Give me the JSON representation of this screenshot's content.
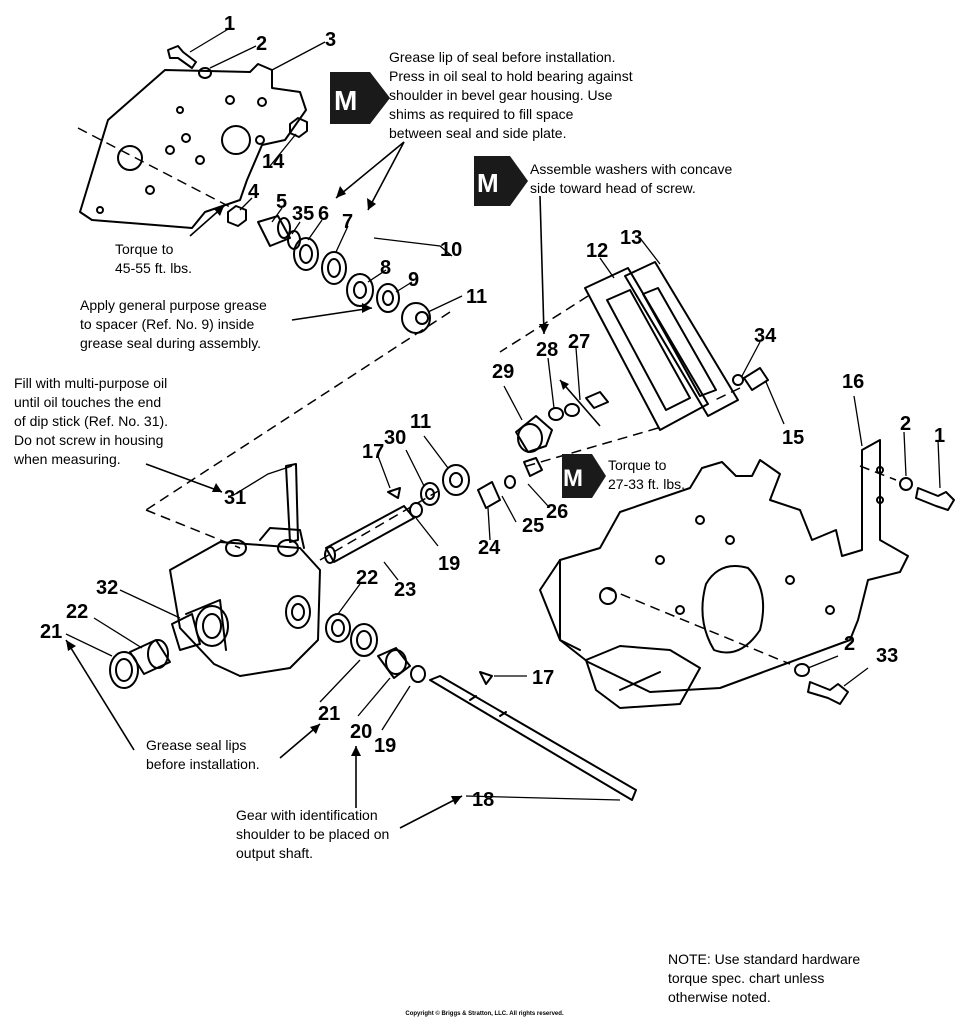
{
  "callouts": {
    "c1a": "1",
    "c2a": "2",
    "c3": "3",
    "c4": "4",
    "c5": "5",
    "c35": "35",
    "c6": "6",
    "c7": "7",
    "c14": "14",
    "c10": "10",
    "c8": "8",
    "c9": "9",
    "c11a": "11",
    "c13": "13",
    "c12": "12",
    "c34": "34",
    "c15": "15",
    "c28": "28",
    "c27": "27",
    "c29": "29",
    "c16": "16",
    "c2b": "2",
    "c1b": "1",
    "c17a": "17",
    "c30": "30",
    "c11b": "11",
    "c31": "31",
    "c19a": "19",
    "c26": "26",
    "c25": "25",
    "c24": "24",
    "c23": "23",
    "c22a": "22",
    "c32": "32",
    "c22b": "22",
    "c21a": "21",
    "c21b": "21",
    "c20": "20",
    "c19b": "19",
    "c17b": "17",
    "c18": "18",
    "c2c": "2",
    "c33": "33"
  },
  "notes": {
    "seal_install": "Grease lip of seal before installation.\nPress in oil seal to hold bearing against\nshoulder in bevel gear housing. Use\nshims as required to fill space\nbetween seal and side plate.",
    "washers": "Assemble washers with concave\nside toward head of screw.",
    "torque_top": "Torque to\n45-55 ft. lbs.",
    "spacer_grease": "Apply general purpose grease\nto spacer (Ref. No. 9) inside\ngrease seal during assembly.",
    "fill_oil": "Fill with multi-purpose oil\nuntil oil touches the end\nof dip stick (Ref. No. 31).\nDo not screw in housing\nwhen measuring.",
    "torque_mid": "Torque to\n27-33 ft. lbs.",
    "seal_lips": "Grease seal lips\nbefore installation.",
    "gear_shoulder": "Gear with identification\nshoulder to be placed on\noutput shaft.",
    "standard_note": "NOTE: Use standard hardware\ntorque spec. chart unless\notherwise noted."
  },
  "marker_letter": "M",
  "copyright": "Copyright © Briggs & Stratton, LLC. All rights reserved."
}
